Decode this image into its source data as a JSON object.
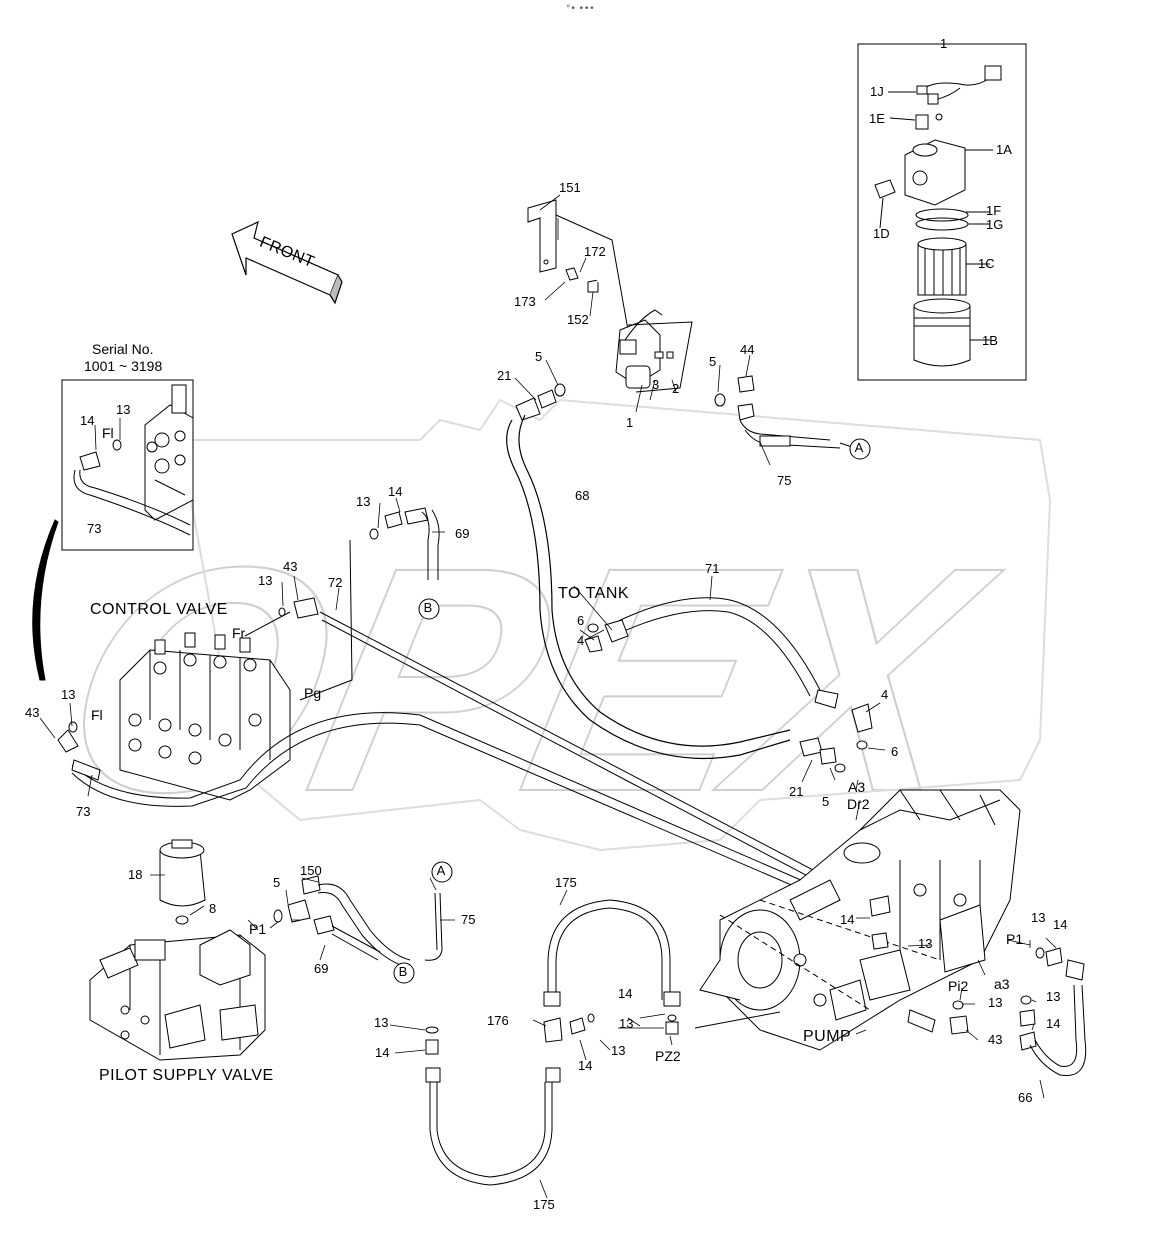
{
  "header_mark": "°• •••",
  "watermark": "OPEX",
  "front_label": "FRONT",
  "serial_box": {
    "line1": "Serial No.",
    "line2": "1001 ~ 3198"
  },
  "components": {
    "control_valve": "CONTROL VALVE",
    "pilot_supply_valve": "PILOT SUPPLY VALVE",
    "pump": "PUMP",
    "to_tank": "TO  TANK"
  },
  "port_labels": [
    "Fl",
    "Fl",
    "Fr",
    "Pg",
    "P1",
    "P1",
    "Pi2",
    "a3",
    "A3",
    "Dr2",
    "PZ2"
  ],
  "connectors": [
    "A",
    "A",
    "B",
    "B"
  ],
  "part_labels": [
    "1",
    "1J",
    "1E",
    "1A",
    "1F",
    "1G",
    "1D",
    "1C",
    "1B",
    "151",
    "172",
    "173",
    "152",
    "5",
    "21",
    "3",
    "2",
    "1",
    "5",
    "44",
    "75",
    "14",
    "13",
    "73",
    "13",
    "14",
    "69",
    "43",
    "13",
    "72",
    "68",
    "6",
    "4",
    "71",
    "4",
    "6",
    "21",
    "5",
    "43",
    "13",
    "73",
    "18",
    "8",
    "5",
    "150",
    "75",
    "69",
    "175",
    "14",
    "13",
    "13",
    "14",
    "176",
    "13",
    "14",
    "175",
    "14",
    "13",
    "13",
    "14",
    "13",
    "13",
    "14",
    "43",
    "66"
  ]
}
